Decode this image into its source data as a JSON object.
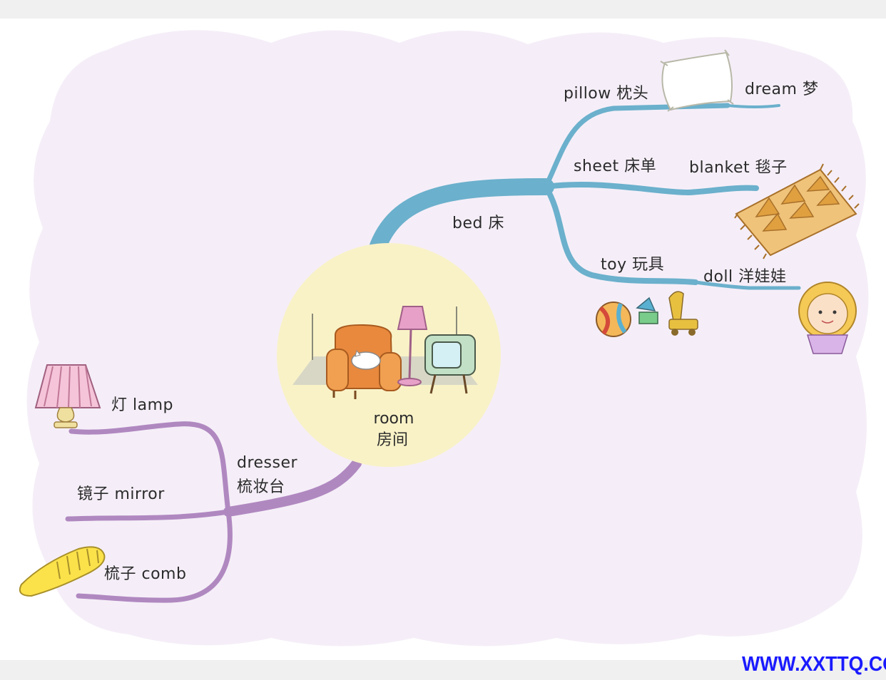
{
  "center": {
    "label_en": "room",
    "label_zh": "房间"
  },
  "branches": {
    "bed": {
      "label": "bed 床",
      "children": {
        "pillow": "pillow 枕头",
        "dream": "dream 梦",
        "sheet": "sheet 床单",
        "blanket": "blanket 毯子",
        "toy": "toy 玩具",
        "doll": "doll 洋娃娃"
      }
    },
    "dresser": {
      "label_en": "dresser",
      "label_zh": "梳妆台",
      "children": {
        "lamp": "灯 lamp",
        "mirror": "镜子 mirror",
        "comb": "梳子 comb"
      }
    }
  },
  "icons": [
    "armchair-cat-icon",
    "floor-lamp-icon",
    "tv-icon",
    "pillow-icon",
    "rug-icon",
    "toys-icon",
    "doll-icon",
    "table-lamp-icon",
    "comb-icon"
  ],
  "colors": {
    "bed_branch": "#6bb0cc",
    "dresser_branch": "#b088c0",
    "center_circle": "#f9f2c7",
    "cloud": "#f5eef8"
  },
  "watermark": "WWW.XXTTQ.COM"
}
